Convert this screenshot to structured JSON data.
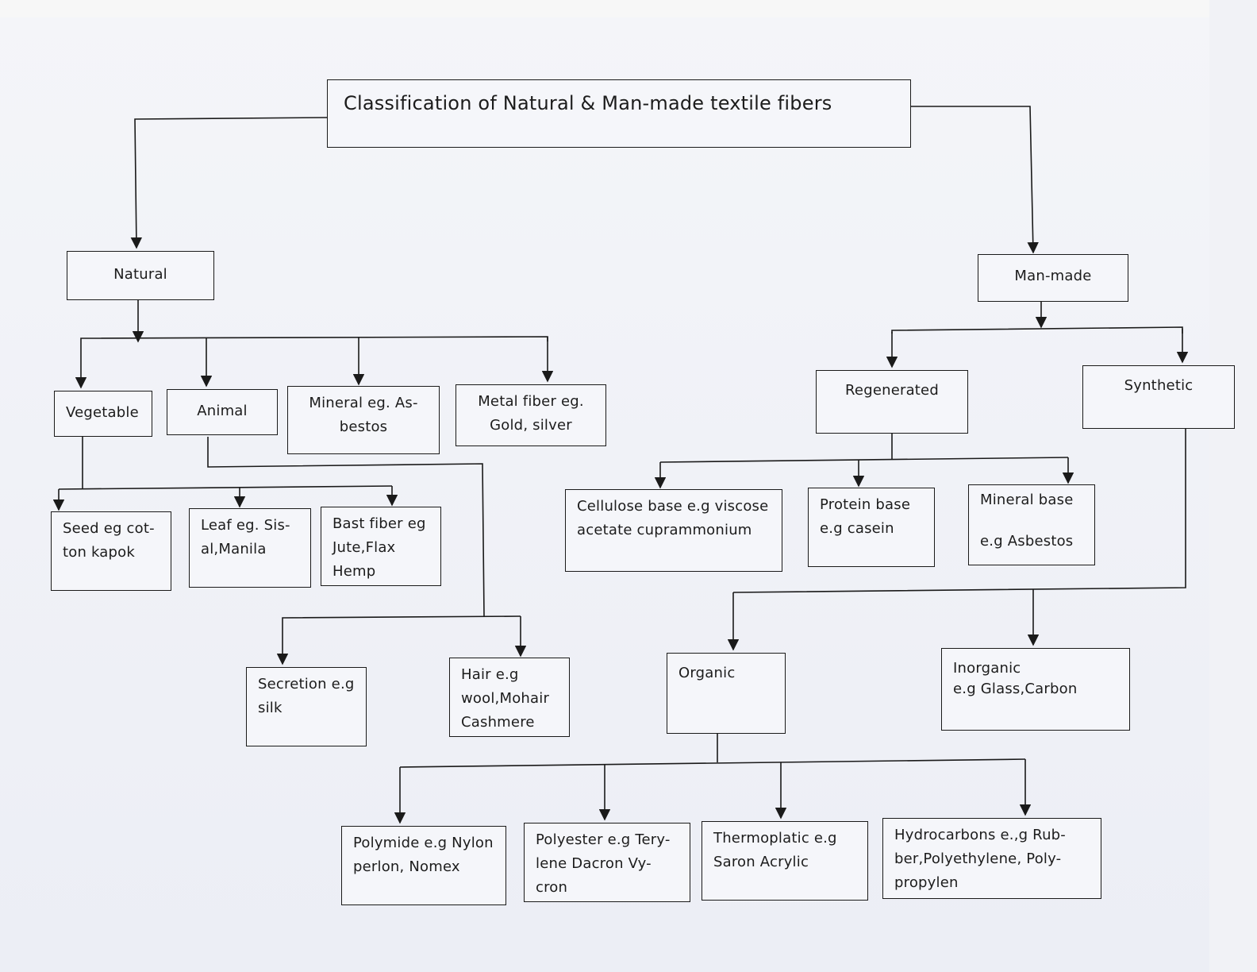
{
  "title": "Classification of Natural & Man-made textile fibers",
  "natural": {
    "label": "Natural",
    "vegetable": {
      "label": "Vegetable",
      "seed": "Seed eg cot-\nton kapok",
      "leaf": "Leaf eg. Sis-\nal,Manila",
      "bast": "Bast fiber eg\nJute,Flax\nHemp"
    },
    "animal": {
      "label": "Animal",
      "secretion": "Secretion e.g\nsilk",
      "hair": "Hair e.g\nwool,Mohair\nCashmere"
    },
    "mineral": "Mineral eg. As-\nbestos",
    "metal": "Metal fiber eg.\nGold, silver"
  },
  "manmade": {
    "label": "Man-made",
    "regenerated": {
      "label": "Regenerated",
      "cellulose": "Cellulose base e.g viscose\nacetate cuprammonium",
      "protein": "Protein base\ne.g casein",
      "mineral": "Mineral base\n\ne.g Asbestos"
    },
    "synthetic": {
      "label": "Synthetic",
      "organic": {
        "label": "Organic",
        "polymide": "Polymide e.g Nylon\nperlon, Nomex",
        "polyester": "Polyester e.g Tery-\nlene Dacron Vy-\ncron",
        "thermoplatic": "Thermoplatic e.g\nSaron Acrylic",
        "hydrocarbons": "Hydrocarbons e.,g Rub-\nber,Polyethylene, Poly-\npropylen"
      },
      "inorganic": "Inorganic\ne.g Glass,Carbon"
    }
  }
}
